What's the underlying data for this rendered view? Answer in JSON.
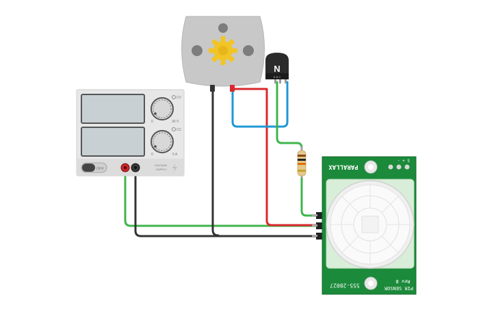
{
  "psu": {
    "voltage_dial_min": "0",
    "voltage_dial_max": "30 V",
    "current_dial_min": "0",
    "current_dial_max": "5 A",
    "cv_label": "CV",
    "cc_label": "CC",
    "switch_label": "OFF",
    "brand_line1": "VOLTAGE",
    "brand_line2": "SUPPLY"
  },
  "transistor": {
    "type_label": "N",
    "pins": "E B C"
  },
  "pir": {
    "brand": "PARALLAX",
    "pin_labels": "S  +  -",
    "title": "PIR SENSOR",
    "revision": "Rev B",
    "part_number": "555-28027"
  },
  "colors": {
    "wire_green": "#3fb54a",
    "wire_black": "#333333",
    "wire_red": "#d9282d",
    "wire_blue": "#1e97d4",
    "pcb_green": "#1b8a3a",
    "motor_gray": "#c8c8c8",
    "gear_yellow": "#f2c526"
  }
}
